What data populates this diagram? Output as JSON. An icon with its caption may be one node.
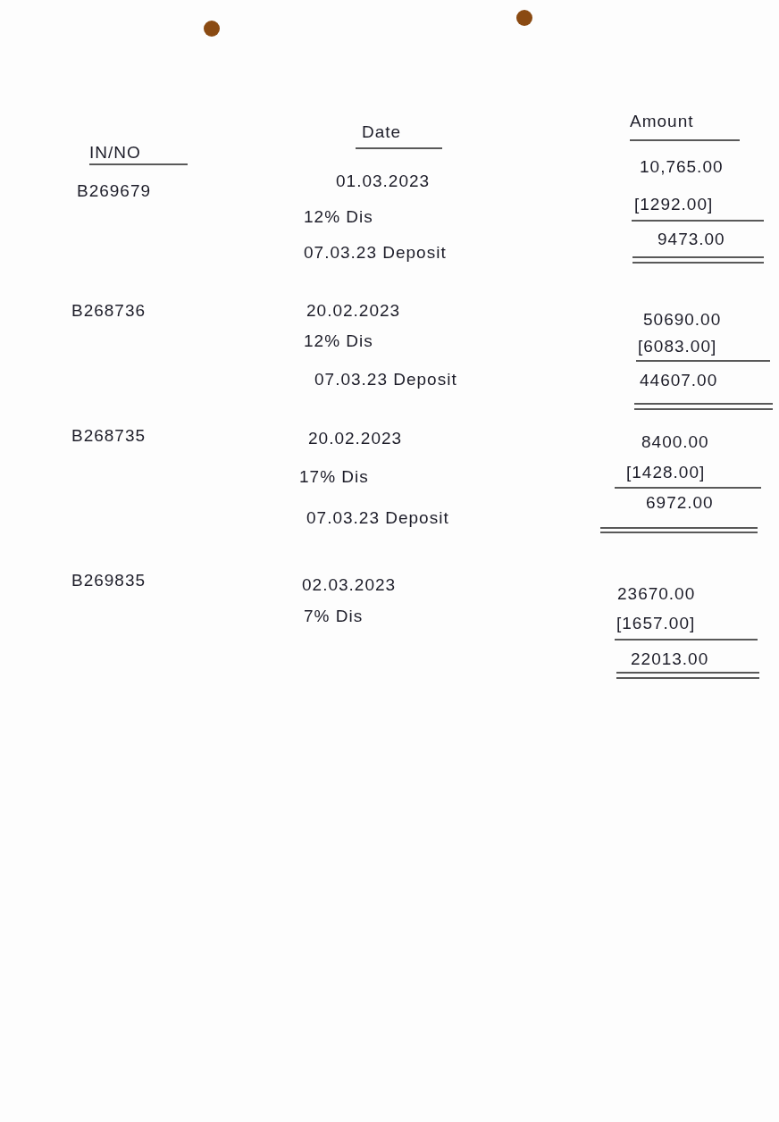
{
  "diagram": {
    "labels": [
      "IN/NO",
      "Date",
      "Amount",
      "B269679",
      "01.03.2023",
      "10,765.00",
      "12% Dis",
      "[1292.00]",
      "07.03.23 Deposit",
      "9473.00",
      "B268736",
      "20.02.2023",
      "50690.00",
      "12% Dis",
      "[6083.00]",
      "07.03.23 Deposit",
      "44607.00",
      "B268735",
      "20.02.2023",
      "8400.00",
      "17% Dis",
      "[1428.00]",
      "6972.00",
      "07.03.23 Deposit",
      "B269835",
      "02.03.2023",
      "23670.00",
      "7% Dis",
      "[1657.00]",
      "22013.00"
    ]
  }
}
